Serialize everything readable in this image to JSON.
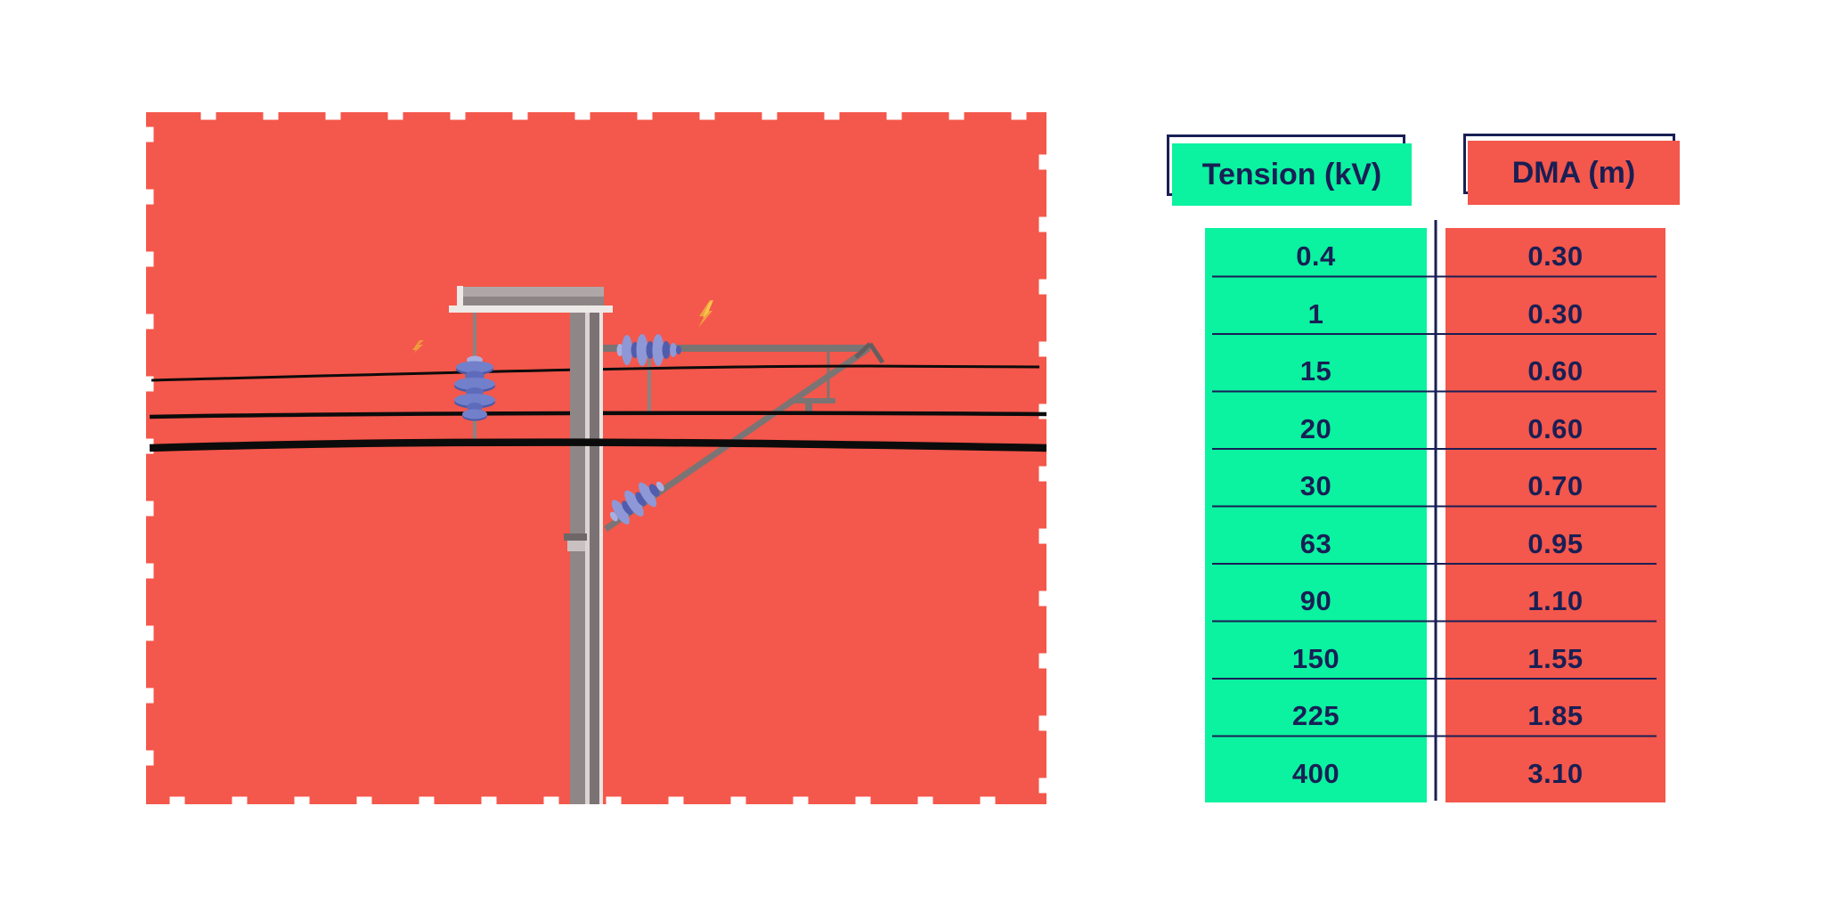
{
  "illustration": {
    "subject": "utility-pole-with-power-lines-in-danger-zone",
    "danger_zone_color": "#F4574B",
    "wire_color": "#0B0B0B",
    "insulator_color": "#7280CB",
    "lightning_bolt_color": "#F0A33F",
    "power_line_count": 3,
    "lightning_bolt_count": 2
  },
  "table": {
    "headers": [
      {
        "label": "Tension (kV)",
        "bg": "#0BF2A0"
      },
      {
        "label": "DMA (m)",
        "bg": "#F4574B"
      }
    ],
    "rows": [
      {
        "tension": "0.4",
        "dma": "0.30"
      },
      {
        "tension": "1",
        "dma": "0.30"
      },
      {
        "tension": "15",
        "dma": "0.60"
      },
      {
        "tension": "20",
        "dma": "0.60"
      },
      {
        "tension": "30",
        "dma": "0.70"
      },
      {
        "tension": "63",
        "dma": "0.95"
      },
      {
        "tension": "90",
        "dma": "1.10"
      },
      {
        "tension": "150",
        "dma": "1.55"
      },
      {
        "tension": "225",
        "dma": "1.85"
      },
      {
        "tension": "400",
        "dma": "3.10"
      }
    ],
    "line_color": "#191F55",
    "text_color": "#191F55"
  },
  "chart_data": {
    "type": "table",
    "columns": [
      "Tension (kV)",
      "DMA (m)"
    ],
    "rows": [
      [
        "0.4",
        "0.30"
      ],
      [
        "1",
        "0.30"
      ],
      [
        "15",
        "0.60"
      ],
      [
        "20",
        "0.60"
      ],
      [
        "30",
        "0.70"
      ],
      [
        "63",
        "0.95"
      ],
      [
        "90",
        "1.10"
      ],
      [
        "150",
        "1.55"
      ],
      [
        "225",
        "1.85"
      ],
      [
        "400",
        "3.10"
      ]
    ]
  }
}
